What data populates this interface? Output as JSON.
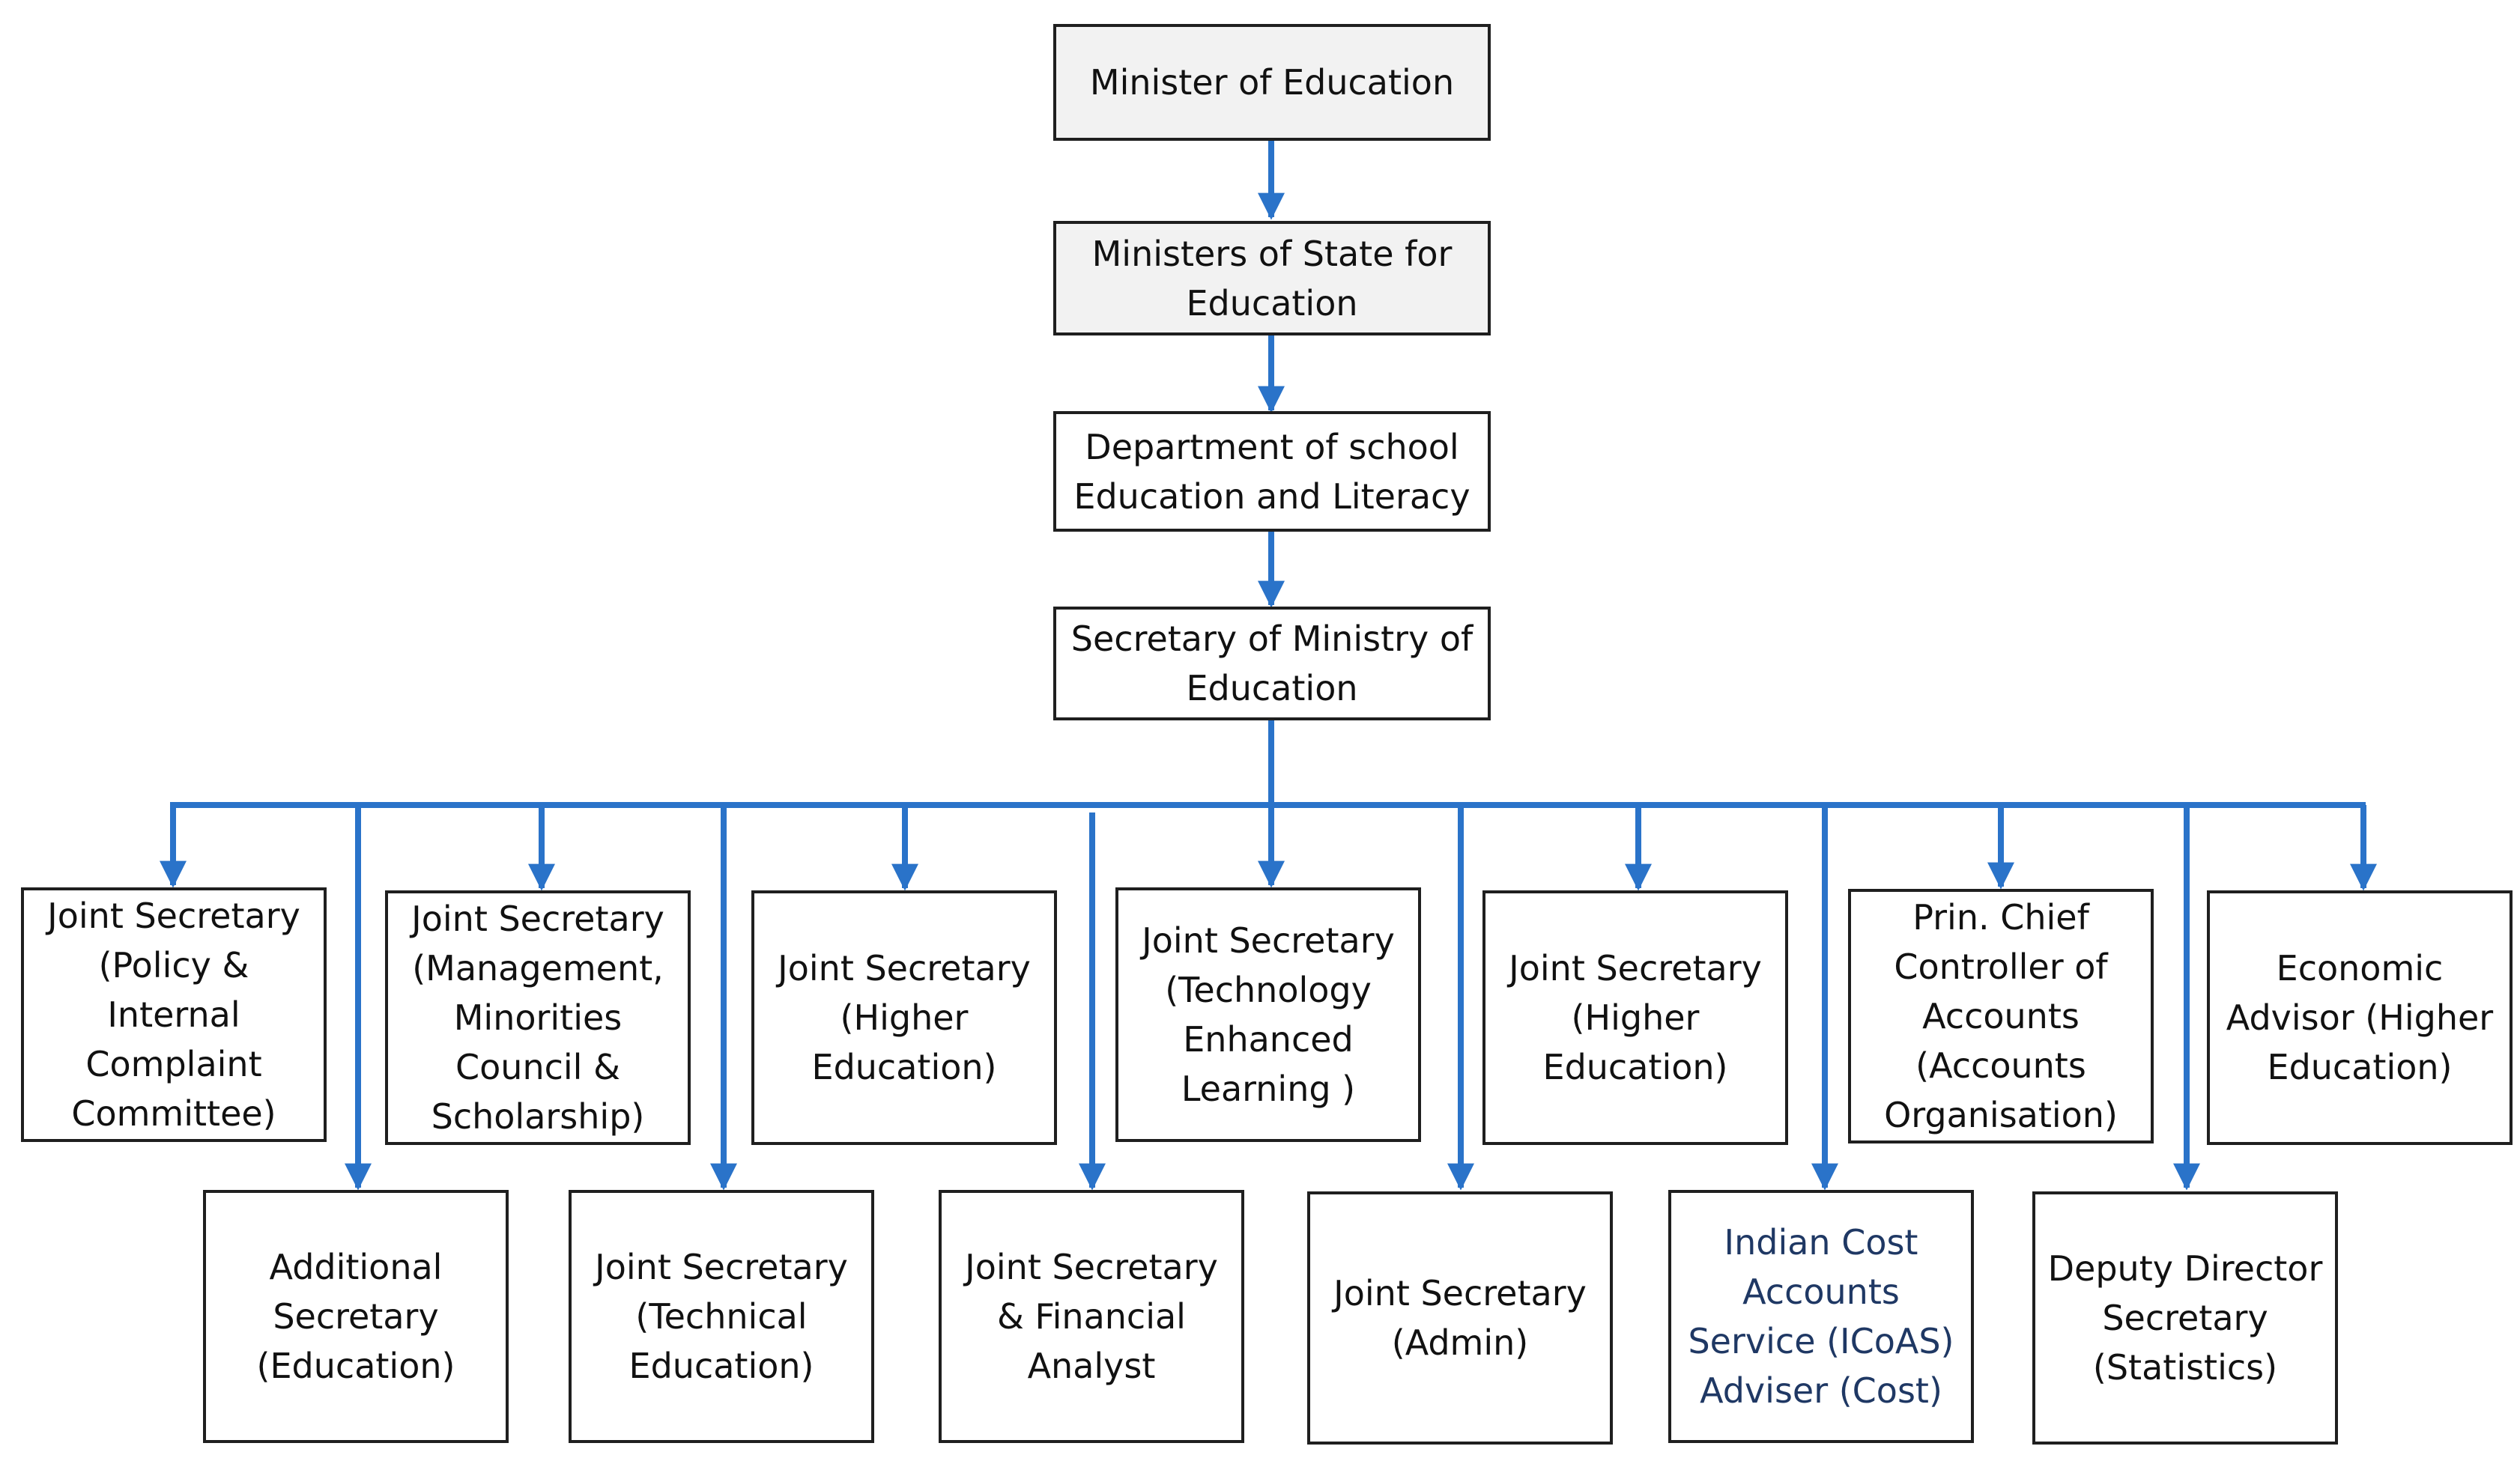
{
  "colors": {
    "connector": "#2a73c9",
    "box_border": "#1f1f1f",
    "top_box_fill": "#f2f2f2",
    "highlight_text": "#1f3864"
  },
  "nodes": {
    "minister": "Minister of Education",
    "ministers_of_state": "Ministers of State for Education",
    "department": "Department of school Education and Literacy",
    "secretary": "Secretary of Ministry of Education",
    "js_policy": "Joint Secretary (Policy & Internal Complaint Committee)",
    "js_management": "Joint Secretary (Management, Minorities Council & Scholarship)",
    "js_higher_1": "Joint Secretary (Higher Education)",
    "js_technology": "Joint Secretary (Technology Enhanced Learning )",
    "js_higher_2": "Joint Secretary (Higher Education)",
    "prin_chief_controller": "Prin. Chief Controller of Accounts (Accounts Organisation)",
    "economic_advisor": "Economic Advisor (Higher Education)",
    "additional_secretary": "Additional Secretary (Education)",
    "js_technical": "Joint Secretary (Technical Education)",
    "js_financial": "Joint Secretary & Financial Analyst",
    "js_admin": "Joint Secretary (Admin)",
    "icoas_adviser": "Indian Cost Accounts Service (ICoAS) Adviser (Cost)",
    "deputy_director": "Deputy Director Secretary (Statistics)"
  }
}
